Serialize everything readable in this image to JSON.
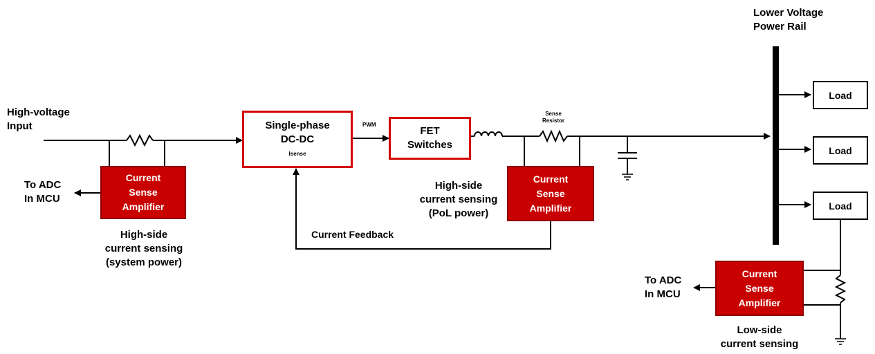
{
  "input_label": [
    "High-voltage",
    "Input"
  ],
  "rail_label": [
    "Lower Voltage",
    "Power Rail"
  ],
  "dcdc": {
    "title": [
      "Single-phase",
      "DC-DC"
    ],
    "isense": "Isense"
  },
  "pwm_label": "PWM",
  "fet": {
    "title": [
      "FET",
      "Switches"
    ]
  },
  "sense_resistor_label": [
    "Sense",
    "Resistor"
  ],
  "csa_label": [
    "Current",
    "Sense",
    "Amplifier"
  ],
  "to_adc_label": [
    "To ADC",
    "In MCU"
  ],
  "caption_system": [
    "High-side",
    "current sensing",
    "(system power)"
  ],
  "caption_pol": [
    "High-side",
    "current sensing",
    "(PoL power)"
  ],
  "caption_low": [
    "Low-side",
    "current sensing"
  ],
  "current_feedback_label": "Current Feedback",
  "loads": [
    "Load",
    "Load",
    "Load"
  ],
  "colors": {
    "accent_red": "#c80000",
    "box_border_red": "#d40000",
    "wire": "#000000"
  }
}
